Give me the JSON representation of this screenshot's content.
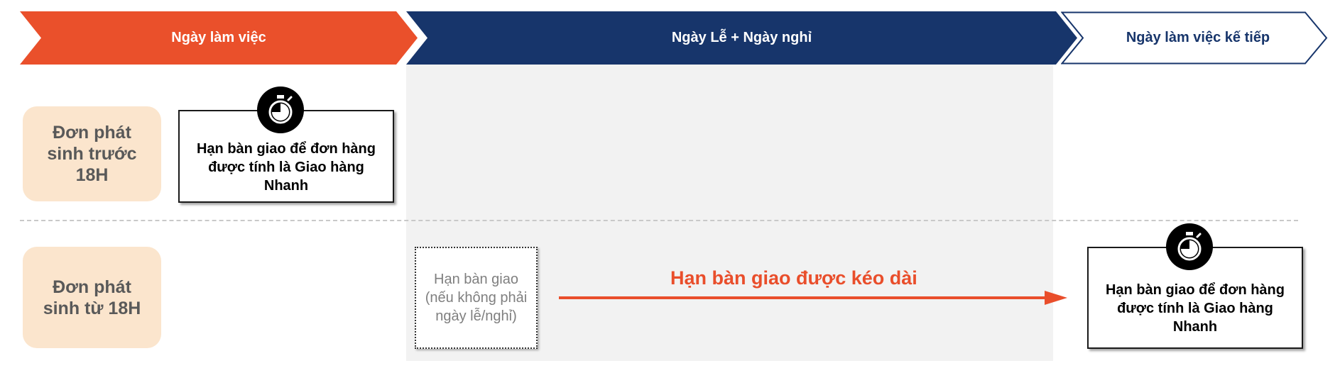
{
  "header": {
    "working_day": "Ngày làm việc",
    "holiday": "Ngày Lễ + Ngày nghỉ",
    "next_working_day": "Ngày làm việc kế tiếp"
  },
  "rows": {
    "before_18h": "Đơn phát sinh trước 18H",
    "from_18h": "Đơn phát sinh từ 18H"
  },
  "deadline_box_1": "Hạn bàn giao để đơn hàng được tính là Giao hàng Nhanh",
  "deadline_box_2": "Hạn bàn giao để đơn hàng được tính là Giao hàng Nhanh",
  "normal_deadline": "Hạn bàn giao (nếu không phải ngày lễ/nghỉ)",
  "extended_label": "Hạn bàn giao được kéo dài",
  "icons": {
    "deadline": "stopwatch-icon"
  },
  "colors": {
    "working_day": "#ea502b",
    "holiday": "#17356b",
    "next_day_border": "#17356b",
    "row_label_bg": "#fbe5cd",
    "extend_arrow": "#e94e2b",
    "holiday_shade": "#f2f2f2"
  }
}
